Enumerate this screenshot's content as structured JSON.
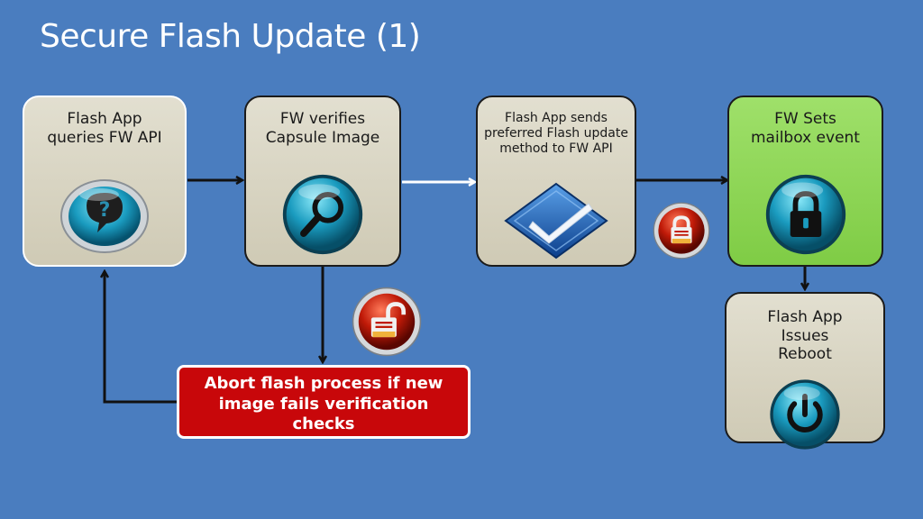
{
  "slide": {
    "title": "Secure Flash Update (1)"
  },
  "boxes": {
    "query": {
      "label": "Flash App\nqueries FW API",
      "icon": "question-bubble-icon"
    },
    "verify": {
      "label": "FW verifies\nCapsule Image",
      "icon": "magnifier-icon"
    },
    "send": {
      "label": "Flash App sends\npreferred Flash update\nmethod to FW API",
      "icon": "checkmark-icon"
    },
    "mailbox": {
      "label": "FW Sets\nmailbox event",
      "icon": "padlock-icon"
    },
    "reboot": {
      "label": "Flash App\nIssues\nReboot",
      "icon": "power-icon"
    }
  },
  "abort": {
    "label": "Abort flash process if new\nimage fails verification\nchecks"
  },
  "badges": {
    "locked": "locked-padlock-icon",
    "unlocked": "unlocked-padlock-icon"
  },
  "colors": {
    "background": "#4a7dbf",
    "box": "#d9d5c2",
    "box_green": "#8fd357",
    "abort": "#c8070a",
    "orb": "#1a9bbf"
  }
}
